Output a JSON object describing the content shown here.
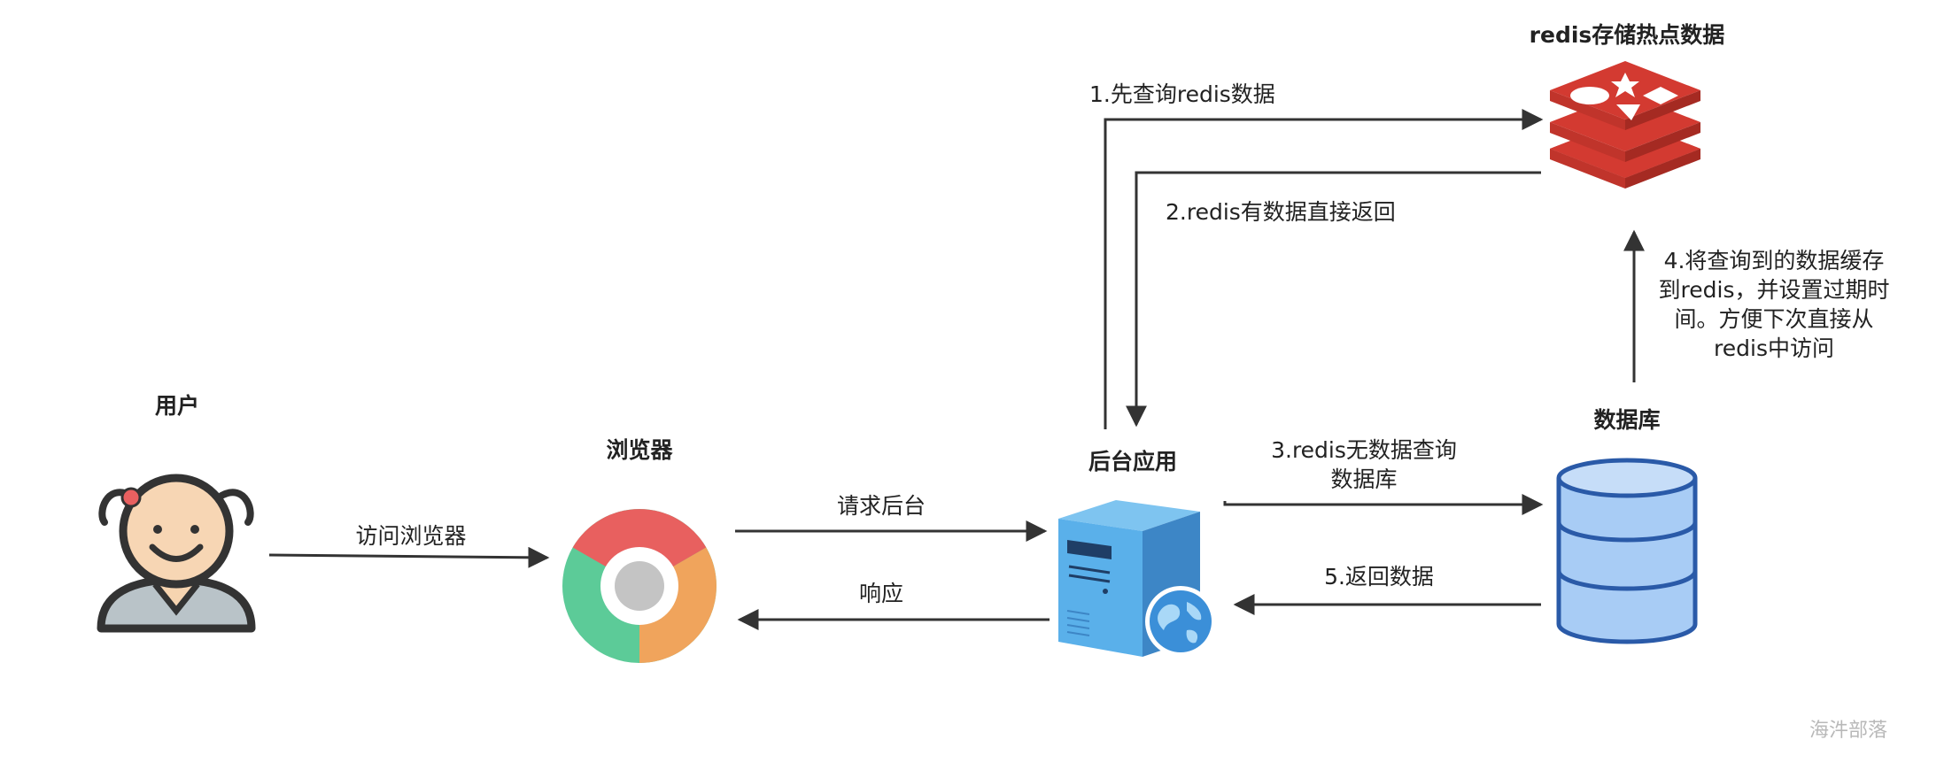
{
  "nodes": {
    "user": {
      "title": "用户"
    },
    "browser": {
      "title": "浏览器"
    },
    "backend": {
      "title": "后台应用"
    },
    "redis": {
      "title": "redis存储热点数据"
    },
    "database": {
      "title": "数据库"
    }
  },
  "edges": {
    "user_to_browser": "访问浏览器",
    "browser_to_backend": "请求后台",
    "backend_to_browser": "响应",
    "backend_to_redis": "1.先查询redis数据",
    "redis_to_backend": "2.redis有数据直接返回",
    "backend_to_db_line1": "3.redis无数据查询",
    "backend_to_db_line2": "数据库",
    "db_to_redis_line1": "4.将查询到的数据缓存",
    "db_to_redis_line2": "到redis，并设置过期时",
    "db_to_redis_line3": "间。方便下次直接从",
    "db_to_redis_line4": "redis中访问",
    "db_to_backend": "5.返回数据"
  },
  "watermark": "海汼部落",
  "colors": {
    "arrow": "#333333",
    "redis_red": "#D33A31",
    "db_blue": "#A8CCF5",
    "db_stroke": "#2A5AA8",
    "server_blue": "#3D8FD6",
    "chrome_red": "#E8605F",
    "chrome_green": "#5CCB98",
    "chrome_orange": "#F0A45C"
  }
}
